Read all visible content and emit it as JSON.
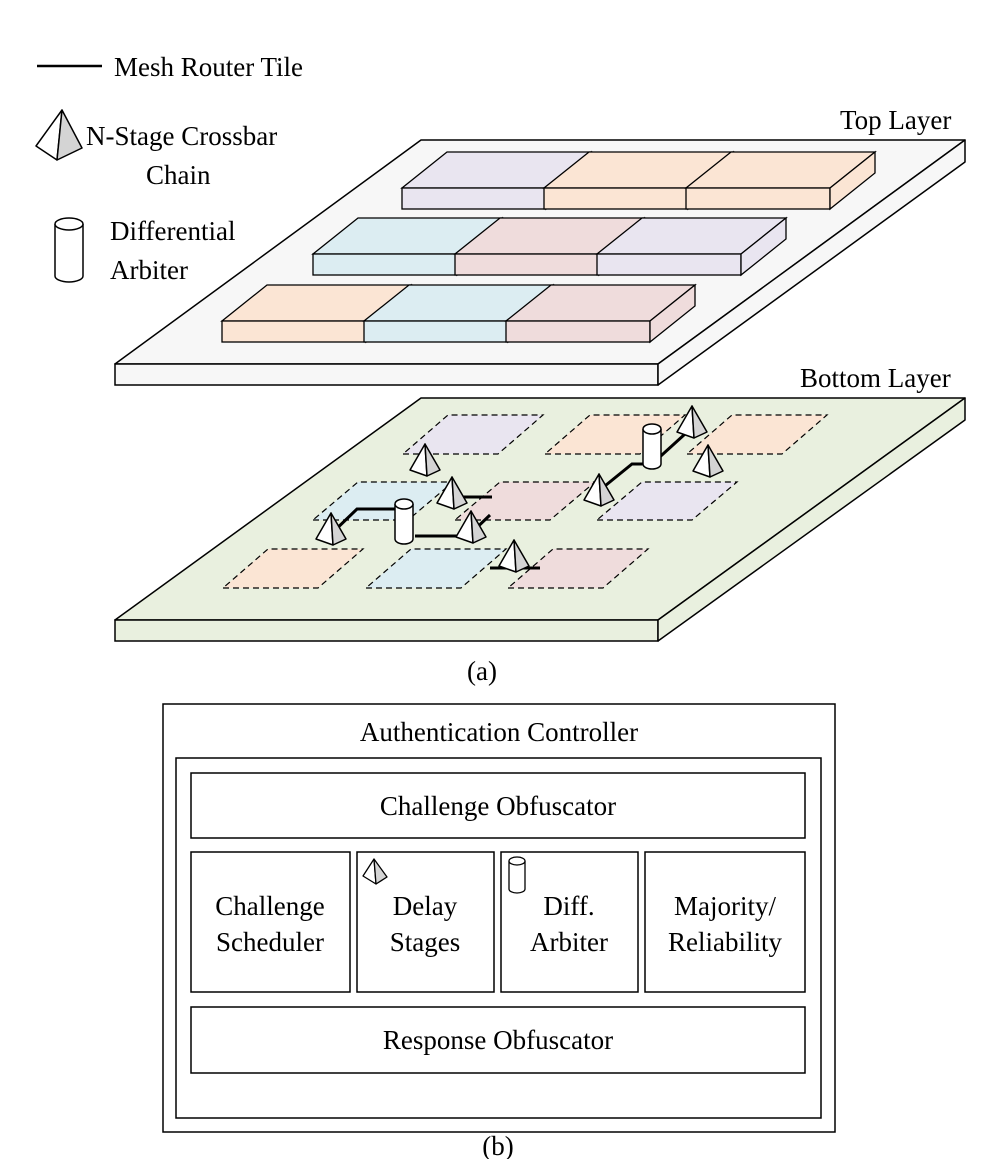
{
  "legend": {
    "mesh_router_tile": "Mesh Router Tile",
    "crossbar_line1": "N-Stage Crossbar",
    "crossbar_line2": "Chain",
    "arbiter_line1": "Differential",
    "arbiter_line2": "Arbiter"
  },
  "layers": {
    "top": "Top Layer",
    "bottom": "Bottom Layer"
  },
  "captions": {
    "a": "(a)",
    "b": "(b)"
  },
  "controller": {
    "title": "Authentication Controller",
    "challenge_obfuscator": "Challenge Obfuscator",
    "challenge_scheduler_1": "Challenge",
    "challenge_scheduler_2": "Scheduler",
    "delay_stages_1": "Delay",
    "delay_stages_2": "Stages",
    "diff_arbiter_1": "Diff.",
    "diff_arbiter_2": "Arbiter",
    "majority_1": "Majority/",
    "majority_2": "Reliability",
    "response_obfuscator": "Response Obfuscator"
  },
  "colors": {
    "purple": "#e9e5f0",
    "orange": "#fbe5d4",
    "blue": "#dcedf2",
    "pink": "#efdcdc",
    "top_plate": "#f8f8f8",
    "bottom_plate": "#e9f0df"
  },
  "icons": [
    "line-icon",
    "pyramid-icon",
    "cylinder-icon"
  ]
}
